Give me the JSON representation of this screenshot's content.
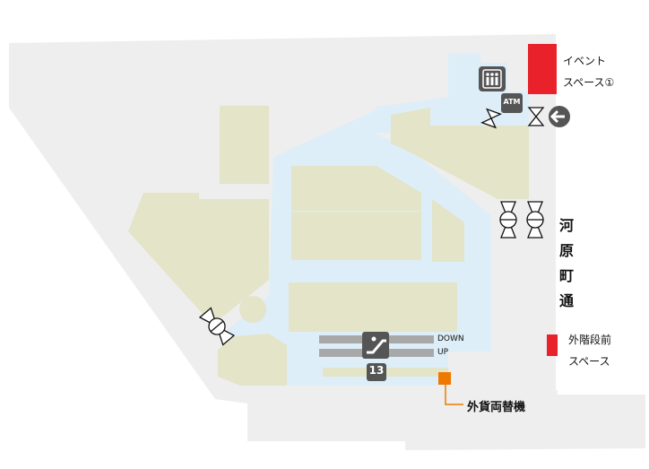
{
  "labels": {
    "event_space_line1": "イベント",
    "event_space_line2": "スペース①",
    "street_chars": [
      "河",
      "原",
      "町",
      "通"
    ],
    "outside_steps_line1": "外階段前",
    "outside_steps_line2": "スペース",
    "currency_exchange": "外貨両替機",
    "down": "DOWN",
    "up": "UP",
    "gate_number": "13",
    "atm": "ATM"
  },
  "icons": [
    "elevator-icon",
    "atm-icon",
    "escalator-icon",
    "entrance-arrow-icon",
    "door-icon"
  ],
  "colors": {
    "ground": "#eeeeee",
    "shop": "#e3e4c8",
    "corridor": "#ddeef8",
    "event_space": "#e8212a",
    "currency_exchange": "#f07800",
    "icon_dark": "#555555"
  }
}
